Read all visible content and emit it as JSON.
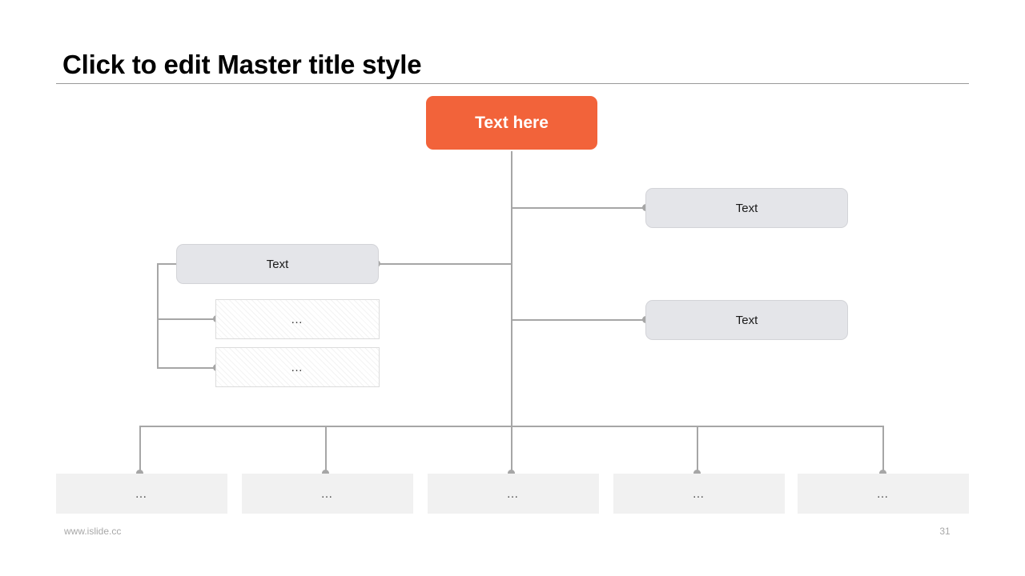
{
  "slide": {
    "title": "Click to edit Master title style",
    "footer_url": "www.islide.cc",
    "page_number": "31",
    "colors": {
      "accent_orange": "#F2633A",
      "node_gray_fill": "#E4E5E9",
      "node_flat_fill": "#F1F1F1",
      "connector_gray": "#A6A6A6",
      "title_text": "#000000",
      "footer_text": "#A8A8A8"
    }
  },
  "diagram": {
    "type": "org-chart",
    "root": {
      "label": "Text here"
    },
    "right_branches": [
      {
        "label": "Text"
      },
      {
        "label": "Text"
      }
    ],
    "left_branch": {
      "label": "Text",
      "children": [
        {
          "label": "…"
        },
        {
          "label": "…"
        }
      ]
    },
    "bottom_branches": [
      {
        "label": "…"
      },
      {
        "label": "…"
      },
      {
        "label": "…"
      },
      {
        "label": "…"
      },
      {
        "label": "…"
      }
    ]
  }
}
